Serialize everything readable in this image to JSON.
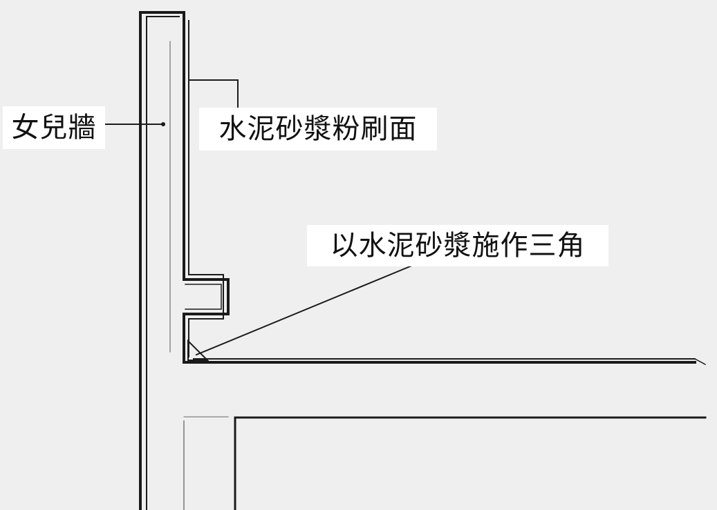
{
  "colors": {
    "paper": "#efefef",
    "ink": "#1a1a1a",
    "label_background": "#ffffff"
  },
  "labels": {
    "parapet_wall": "女兒牆",
    "mortar_plaster_surface": "水泥砂漿粉刷面",
    "mortar_cant_triangle": "以水泥砂漿施作三角"
  }
}
